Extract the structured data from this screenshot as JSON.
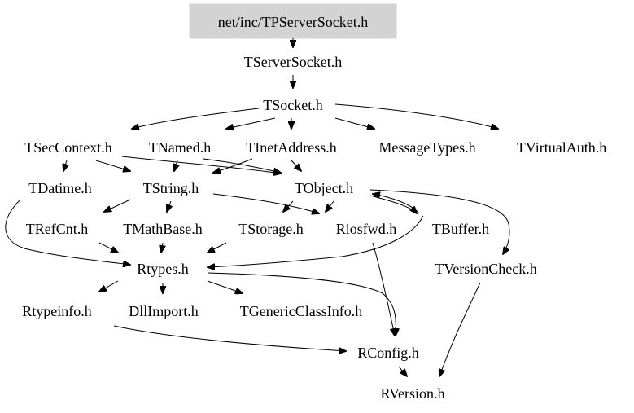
{
  "graph": {
    "root": "net/inc/TPServerSocket.h",
    "nodes": {
      "tpserversocket": "net/inc/TPServerSocket.h",
      "tserversocket": "TServerSocket.h",
      "tsocket": "TSocket.h",
      "tseccontext": "TSecContext.h",
      "tnamed": "TNamed.h",
      "tinetaddress": "TInetAddress.h",
      "messagetypes": "MessageTypes.h",
      "tvirtualauth": "TVirtualAuth.h",
      "tdatime": "TDatime.h",
      "tstring": "TString.h",
      "tobject": "TObject.h",
      "trefcnt": "TRefCnt.h",
      "tmathbase": "TMathBase.h",
      "tstorage": "TStorage.h",
      "riosfwd": "Riosfwd.h",
      "tbuffer": "TBuffer.h",
      "rtypes": "Rtypes.h",
      "tversioncheck": "TVersionCheck.h",
      "rtypeinfo": "Rtypeinfo.h",
      "dllimport": "DllImport.h",
      "tgenericclassinfo": "TGenericClassInfo.h",
      "rconfig": "RConfig.h",
      "rversion": "RVersion.h"
    },
    "colors": {
      "root_fill": "#d3d3d3",
      "edge": "#000000",
      "text": "#000000",
      "background": "#ffffff"
    }
  }
}
